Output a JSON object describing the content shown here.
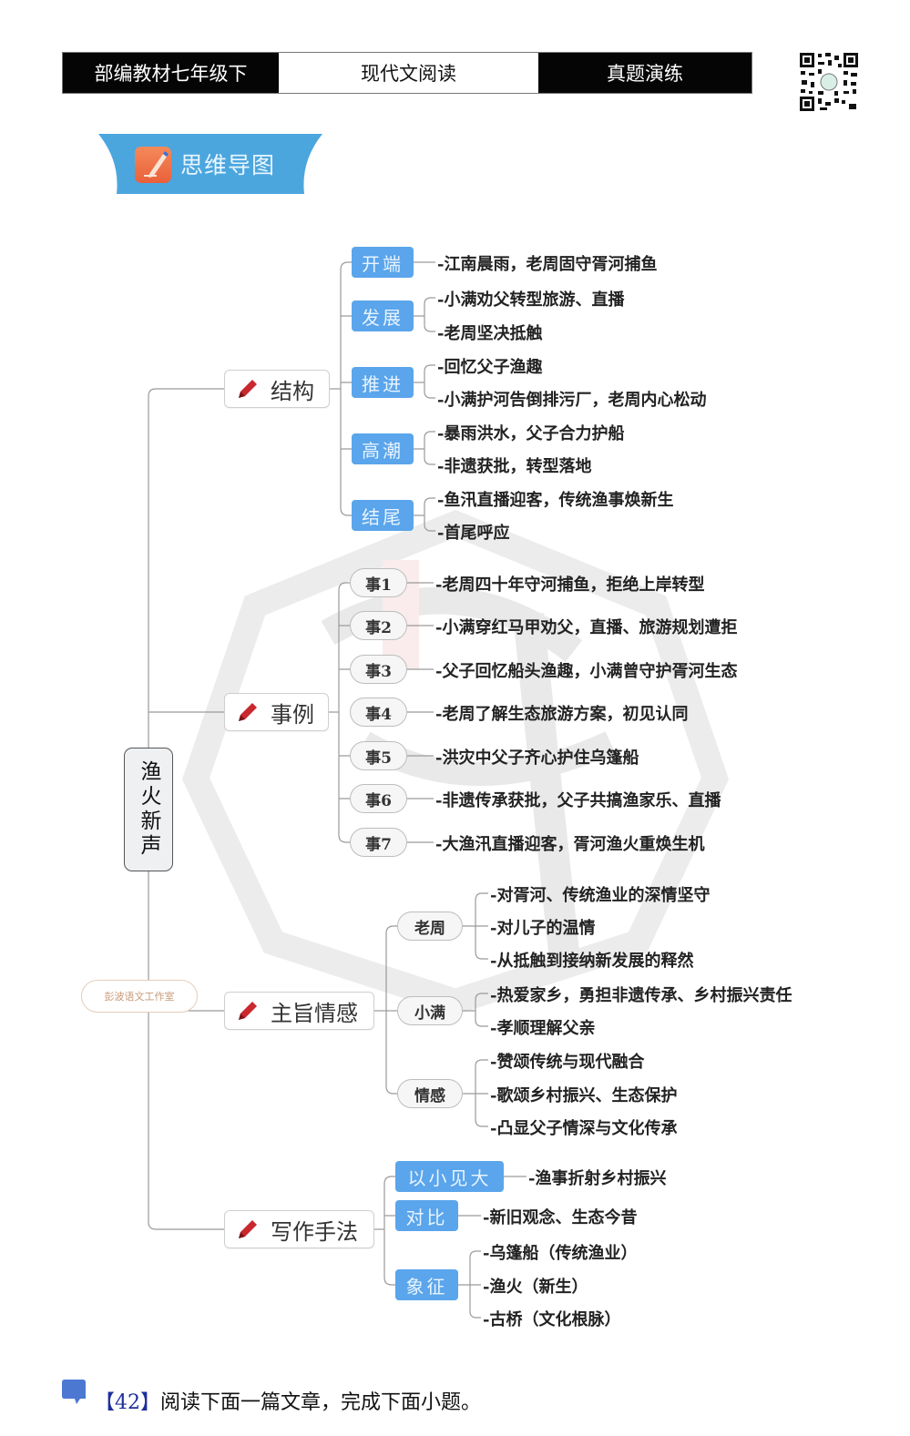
{
  "header": {
    "cells": [
      "部编教材七年级下",
      "现代文阅读",
      "真题演练"
    ],
    "qr_icon": "qr-code-icon"
  },
  "banner": {
    "title": "思维导图",
    "icon": "notebook-pencil-icon",
    "color": "#4ba6de"
  },
  "mindmap": {
    "center": "渔火新声",
    "studio_label": "彭波语文工作室",
    "branches": [
      {
        "label": "结构",
        "icon": "pencil-icon",
        "children": [
          {
            "tag": "开端",
            "items": [
              "-江南晨雨，老周固守胥河捕鱼"
            ]
          },
          {
            "tag": "发展",
            "items": [
              "-小满劝父转型旅游、直播",
              "-老周坚决抵触"
            ]
          },
          {
            "tag": "推进",
            "items": [
              "-回忆父子渔趣",
              "-小满护河告倒排污厂，老周内心松动"
            ]
          },
          {
            "tag": "高潮",
            "items": [
              "-暴雨洪水，父子合力护船",
              "-非遗获批，转型落地"
            ]
          },
          {
            "tag": "结尾",
            "items": [
              "-鱼汛直播迎客，传统渔事焕新生",
              "-首尾呼应"
            ]
          }
        ]
      },
      {
        "label": "事例",
        "icon": "pencil-icon",
        "children": [
          {
            "tag": "事1",
            "items": [
              "-老周四十年守河捕鱼，拒绝上岸转型"
            ]
          },
          {
            "tag": "事2",
            "items": [
              "-小满穿红马甲劝父，直播、旅游规划遭拒"
            ]
          },
          {
            "tag": "事3",
            "items": [
              "-父子回忆船头渔趣，小满曾守护胥河生态"
            ]
          },
          {
            "tag": "事4",
            "items": [
              "-老周了解生态旅游方案，初见认同"
            ]
          },
          {
            "tag": "事5",
            "items": [
              "-洪灾中父子齐心护住乌篷船"
            ]
          },
          {
            "tag": "事6",
            "items": [
              "-非遗传承获批，父子共搞渔家乐、直播"
            ]
          },
          {
            "tag": "事7",
            "items": [
              "-大渔汛直播迎客，胥河渔火重焕生机"
            ]
          }
        ]
      },
      {
        "label": "主旨情感",
        "icon": "pencil-icon",
        "children": [
          {
            "tag": "老周",
            "items": [
              "-对胥河、传统渔业的深情坚守",
              "-对儿子的温情",
              "-从抵触到接纳新发展的释然"
            ]
          },
          {
            "tag": "小满",
            "items": [
              "-热爱家乡，勇担非遗传承、乡村振兴责任",
              "-孝顺理解父亲"
            ]
          },
          {
            "tag": "情感",
            "items": [
              "-赞颂传统与现代融合",
              "-歌颂乡村振兴、生态保护",
              "-凸显父子情深与文化传承"
            ]
          }
        ]
      },
      {
        "label": "写作手法",
        "icon": "pencil-icon",
        "children": [
          {
            "tag": "以小见大",
            "items": [
              "-渔事折射乡村振兴"
            ]
          },
          {
            "tag": "对比",
            "items": [
              "-新旧观念、生态今昔"
            ]
          },
          {
            "tag": "象征",
            "items": [
              "-乌篷船（传统渔业）",
              "-渔火（新生）",
              "-古桥（文化根脉）"
            ]
          }
        ]
      }
    ]
  },
  "footer": {
    "icon": "bookmark-chat-icon",
    "number": "【42】",
    "text": "阅读下面一篇文章，完成下面小题。",
    "number_color": "#1d2f9c"
  }
}
